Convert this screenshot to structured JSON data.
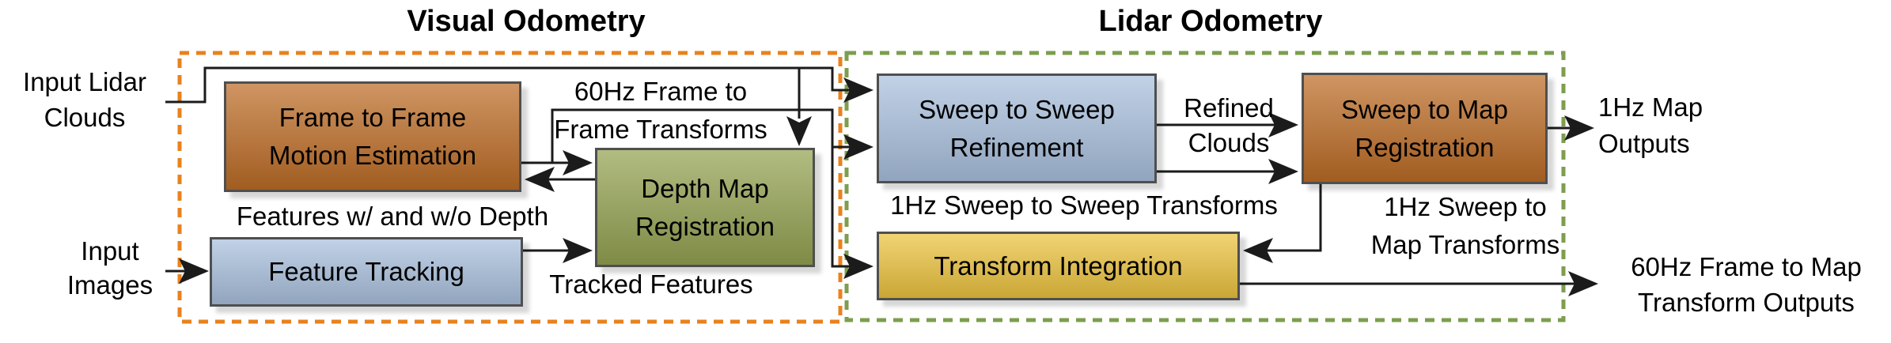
{
  "titles": {
    "visual": "Visual Odometry",
    "lidar": "Lidar Odometry"
  },
  "boxes": {
    "frame_to_frame": {
      "line1": "Frame to Frame",
      "line2": "Motion Estimation"
    },
    "feature_tracking": {
      "line1": "Feature Tracking"
    },
    "depth_map": {
      "line1": "Depth Map",
      "line2": "Registration"
    },
    "sweep_to_sweep": {
      "line1": "Sweep to Sweep",
      "line2": "Refinement"
    },
    "sweep_to_map": {
      "line1": "Sweep to Map",
      "line2": "Registration"
    },
    "transform_integration": {
      "line1": "Transform Integration"
    }
  },
  "inputs": {
    "lidar": {
      "line1": "Input Lidar",
      "line2": "Clouds"
    },
    "images": {
      "line1": "Input",
      "line2": "Images"
    }
  },
  "outputs": {
    "map": {
      "line1": "1Hz Map",
      "line2": "Outputs"
    },
    "frame_to_map": {
      "line1": "60Hz Frame to Map",
      "line2": "Transform Outputs"
    }
  },
  "edge_labels": {
    "frame_transforms": {
      "line1": "60Hz Frame to",
      "line2": "Frame Transforms"
    },
    "features_depth": "Features w/ and w/o Depth",
    "tracked_features": "Tracked Features",
    "refined_clouds": {
      "line1": "Refined",
      "line2": "Clouds"
    },
    "sweep_to_sweep_transforms": "1Hz Sweep to Sweep Transforms",
    "sweep_to_map_transforms": {
      "line1": "1Hz Sweep to",
      "line2": "Map Transforms"
    }
  },
  "colors": {
    "visual_border": "#E8821E",
    "lidar_border": "#7C9E4E",
    "block_orange": "#BC6C26",
    "block_blue": "#A9C0DD",
    "block_olive": "#93A251",
    "block_yellow": "#EBC23E",
    "connector": "#1B1B1B"
  }
}
